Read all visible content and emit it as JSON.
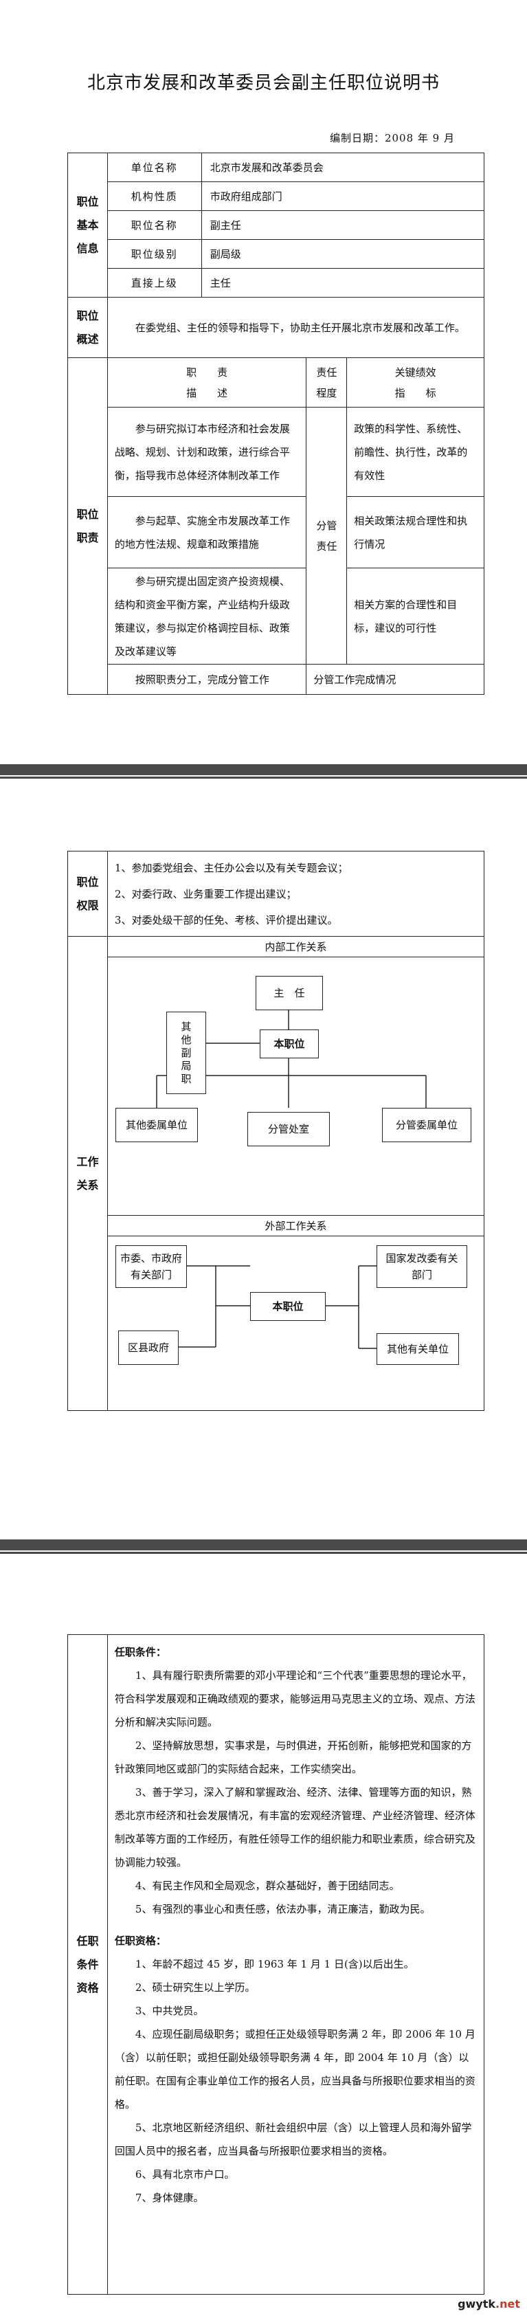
{
  "document": {
    "title": "北京市发展和改革委员会副主任职位说明书",
    "date_label": "编制日期：2008 年 9 月"
  },
  "basic_info": {
    "section_label": [
      "职位",
      "基本",
      "信息"
    ],
    "rows": [
      {
        "label": "单位名称",
        "value": "北京市发展和改革委员会"
      },
      {
        "label": "机构性质",
        "value": "市政府组成部门"
      },
      {
        "label": "职位名称",
        "value": "副主任"
      },
      {
        "label": "职位级别",
        "value": "副局级"
      },
      {
        "label": "直接上级",
        "value": "主任"
      }
    ]
  },
  "overview": {
    "section_label": [
      "职位",
      "概述"
    ],
    "text": "在委党组、主任的领导和指导下，协助主任开展北京市发展和改革工作。"
  },
  "duties": {
    "section_label": [
      "职位",
      "职责"
    ],
    "header": {
      "col1": [
        "职　　责",
        "描　　述"
      ],
      "col2": [
        "责任",
        "程度"
      ],
      "col3": [
        "关键绩效",
        "指　　标"
      ]
    },
    "rows": [
      {
        "desc": "参与研究拟订本市经济和社会发展战略、规划、计划和政策，进行综合平衡，指导我市总体经济体制改革工作",
        "kpi": "政策的科学性、系统性、前瞻性、执行性，改革的有效性"
      },
      {
        "desc": "参与起草、实施全市发展改革工作的地方性法规、规章和政策措施",
        "kpi": "相关政策法规合理性和执行情况"
      },
      {
        "desc": "参与研究提出固定资产投资规模、结构和资金平衡方案，产业结构升级政策建议，参与拟定价格调控目标、政策及改革建议等",
        "kpi": "相关方案的合理性和目标，建议的可行性"
      },
      {
        "desc": "按照职责分工，完成分管工作",
        "kpi": "分管工作完成情况"
      }
    ],
    "responsibility": [
      "分管",
      "责任"
    ]
  },
  "authority": {
    "section_label": [
      "职位",
      "权限"
    ],
    "items": [
      "1、参加委党组会、主任办公会以及有关专题会议；",
      "2、对委行政、业务重要工作提出建议；",
      "3、对委处级干部的任免、考核、评价提出建议。"
    ]
  },
  "relations": {
    "section_label": [
      "工作",
      "关系"
    ],
    "internal": {
      "title": "内部工作关系",
      "top": "主　任",
      "center": "本职位",
      "left_vertical": [
        "其",
        "他",
        "副",
        "局",
        "职"
      ],
      "bottom": [
        "其他委属单位",
        "分管处室",
        "分管委属单位"
      ]
    },
    "external": {
      "title": "外部工作关系",
      "center": "本职位",
      "left_top": "市委、市政府有关部门",
      "left_bottom": "区县政府",
      "right_top": "国家发改委有关部门",
      "right_bottom": "其他有关单位"
    }
  },
  "qualifications": {
    "section_label": [
      "任职",
      "条件",
      "资格"
    ],
    "conditions_title": "任职条件：",
    "conditions": [
      "1、具有履行职责所需要的邓小平理论和“三个代表”重要思想的理论水平，符合科学发展观和正确政绩观的要求，能够运用马克思主义的立场、观点、方法分析和解决实际问题。",
      "2、坚持解放思想，实事求是，与时俱进，开拓创新，能够把党和国家的方针政策同地区或部门的实际结合起来，工作实绩突出。",
      "3、善于学习，深入了解和掌握政治、经济、法律、管理等方面的知识，熟悉北京市经济和社会发展情况，有丰富的宏观经济管理、产业经济管理、经济体制改革等方面的工作经历，有胜任领导工作的组织能力和职业素质，综合研究及协调能力较强。",
      "4、有民主作风和全局观念，群众基础好，善于团结同志。",
      "5、有强烈的事业心和责任感，依法办事，清正廉洁，勤政为民。"
    ],
    "requirements_title": "任职资格：",
    "requirements": [
      "1、年龄不超过 45 岁，即 1963 年 1 月 1 日(含)以后出生。",
      "2、硕士研究生以上学历。",
      "3、中共党员。",
      "4、应现任副局级职务；或担任正处级领导职务满 2 年，即 2006 年 10 月（含）以前任职；或担任副处级领导职务满 4 年，即 2004 年 10 月（含）以前任职。在国有企事业单位工作的报名人员，应当具备与所报职位要求相当的资格。",
      "5、北京地区新经济组织、新社会组织中层（含）以上管理人员和海外留学回国人员中的报名者，应当具备与所报职位要求相当的资格。",
      "6、具有北京市户口。",
      "7、身体健康。"
    ]
  },
  "footer": {
    "site": "gwytk",
    "tld": ".net"
  }
}
